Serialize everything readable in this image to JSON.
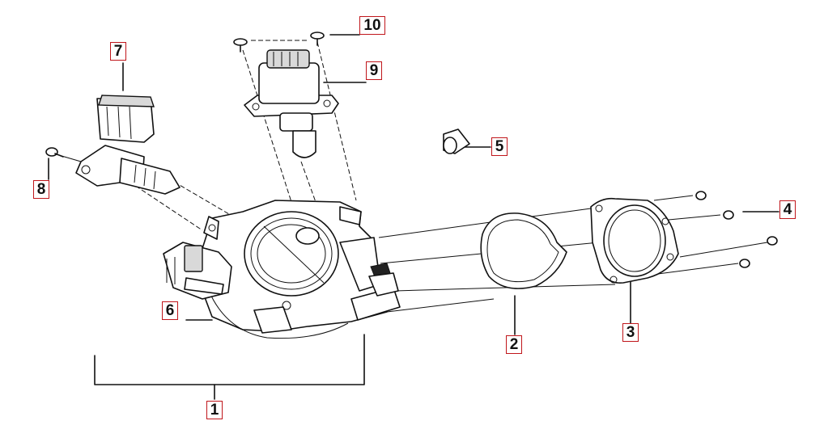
{
  "diagram": {
    "callout_color": "#c0161b",
    "line_color": "#111111",
    "parts": [
      {
        "id": "p1",
        "label": "1"
      },
      {
        "id": "p2",
        "label": "2"
      },
      {
        "id": "p3",
        "label": "3"
      },
      {
        "id": "p4",
        "label": "4"
      },
      {
        "id": "p5",
        "label": "5"
      },
      {
        "id": "p6",
        "label": "6"
      },
      {
        "id": "p7",
        "label": "7"
      },
      {
        "id": "p8",
        "label": "8"
      },
      {
        "id": "p9",
        "label": "9"
      },
      {
        "id": "p10",
        "label": "10"
      }
    ]
  }
}
